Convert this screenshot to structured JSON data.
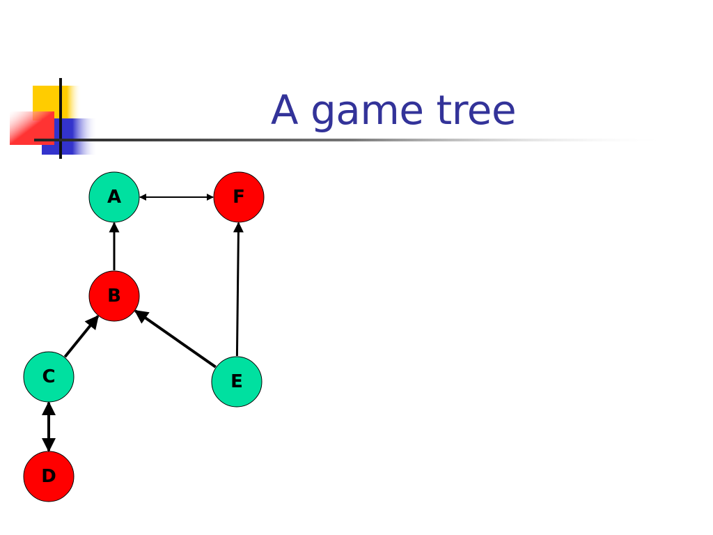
{
  "slide": {
    "title": "A game tree"
  },
  "diagram": {
    "nodes": [
      {
        "id": "A",
        "label": "A",
        "color": "#00e0a0"
      },
      {
        "id": "F",
        "label": "F",
        "color": "#ff0000"
      },
      {
        "id": "B",
        "label": "B",
        "color": "#ff0000"
      },
      {
        "id": "C",
        "label": "C",
        "color": "#00e0a0"
      },
      {
        "id": "E",
        "label": "E",
        "color": "#00e0a0"
      },
      {
        "id": "D",
        "label": "D",
        "color": "#ff0000"
      }
    ],
    "edges": [
      {
        "from": "A",
        "to": "F",
        "direction": "both"
      },
      {
        "from": "B",
        "to": "A",
        "direction": "forward"
      },
      {
        "from": "C",
        "to": "B",
        "direction": "forward"
      },
      {
        "from": "E",
        "to": "B",
        "direction": "forward"
      },
      {
        "from": "E",
        "to": "F",
        "direction": "forward"
      },
      {
        "from": "C",
        "to": "D",
        "direction": "both"
      }
    ]
  },
  "theme": {
    "title_color": "#333399",
    "deco_yellow": "#ffcc00",
    "deco_blue": "#3333cc",
    "deco_red": "#ff3333"
  }
}
